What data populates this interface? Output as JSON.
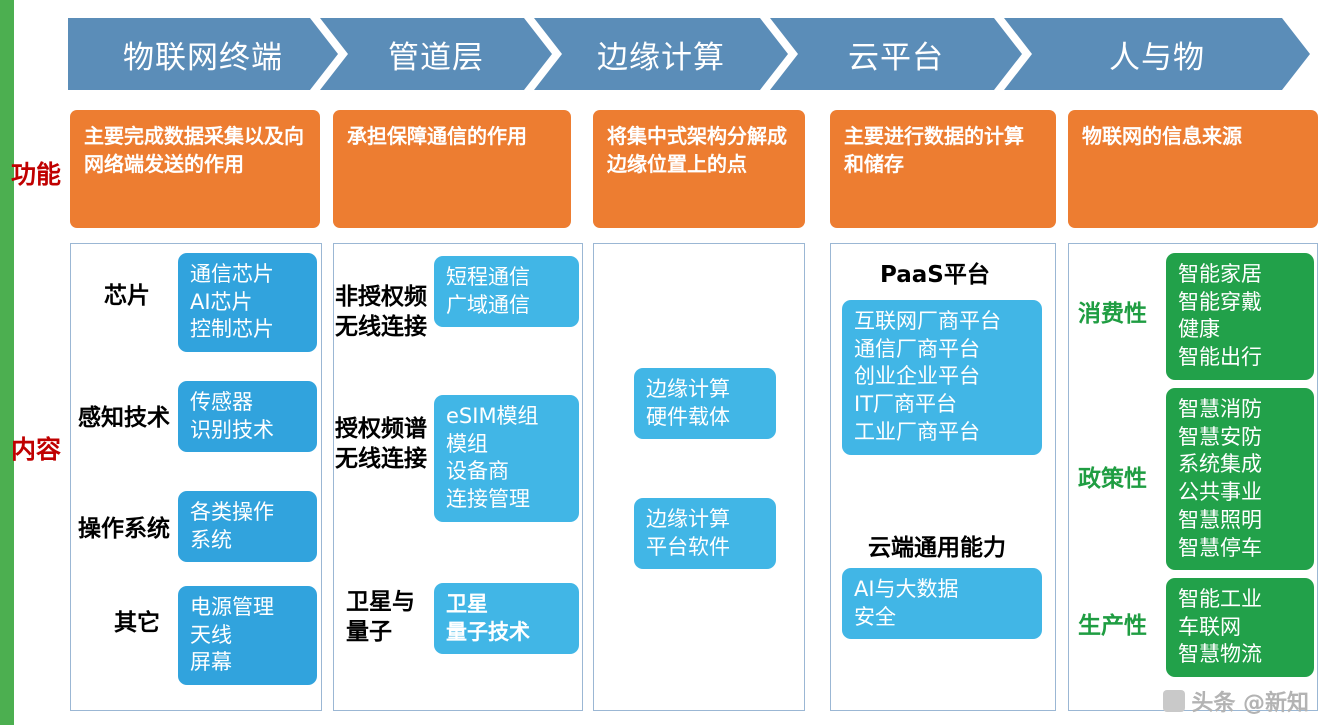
{
  "accent": {
    "header_blue": "#5b8db8",
    "orange": "#ed7d31",
    "blue": "#31a3dd",
    "light_blue": "#41b6e6",
    "green": "#22a14a",
    "label_red": "#c00000",
    "left_bar_green": "#4caf50"
  },
  "row_labels": {
    "function": "功能",
    "content": "内容"
  },
  "columns": [
    {
      "header": "物联网终端",
      "function": "主要完成数据采集以及向网络端发送的作用",
      "groups": [
        {
          "label": "芯片",
          "items": [
            "通信芯片",
            "AI芯片",
            "控制芯片"
          ]
        },
        {
          "label": "感知技术",
          "items": [
            "传感器",
            "识别技术"
          ]
        },
        {
          "label": "操作系统",
          "items": [
            "各类操作",
            "系统"
          ]
        },
        {
          "label": "其它",
          "items": [
            "电源管理",
            "天线",
            "屏幕"
          ]
        }
      ]
    },
    {
      "header": "管道层",
      "function": "承担保障通信的作用",
      "groups": [
        {
          "label": "非授权频\n无线连接",
          "items": [
            "短程通信",
            "广域通信"
          ]
        },
        {
          "label": "授权频谱\n无线连接",
          "items": [
            "eSIM模组",
            "模组",
            "设备商",
            "连接管理"
          ]
        },
        {
          "label": "卫星与\n量子",
          "items": [
            "卫星",
            "量子技术"
          ]
        }
      ]
    },
    {
      "header": "边缘计算",
      "function": "将集中式架构分解成边缘位置上的点",
      "groups": [
        {
          "label": "",
          "items": [
            "边缘计算",
            "硬件载体"
          ]
        },
        {
          "label": "",
          "items": [
            "边缘计算",
            "平台软件"
          ]
        }
      ]
    },
    {
      "header": "云平台",
      "function": "主要进行数据的计算和储存",
      "sections": [
        {
          "title": "PaaS平台",
          "items": [
            "互联网厂商平台",
            "通信厂商平台",
            "创业企业平台",
            "IT厂商平台",
            "工业厂商平台"
          ]
        },
        {
          "title": "云端通用能力",
          "items": [
            "AI与大数据",
            "安全"
          ]
        }
      ]
    },
    {
      "header": "人与物",
      "function": "物联网的信息来源",
      "groups": [
        {
          "label": "消费性",
          "items": [
            "智能家居",
            "智能穿戴",
            "健康",
            "智能出行"
          ]
        },
        {
          "label": "政策性",
          "items": [
            "智慧消防",
            "智慧安防",
            "系统集成",
            "公共事业",
            "智慧照明",
            "智慧停车"
          ]
        },
        {
          "label": "生产性",
          "items": [
            "智能工业",
            "车联网",
            "智慧物流"
          ]
        }
      ]
    }
  ],
  "watermark": "头条 @新知"
}
